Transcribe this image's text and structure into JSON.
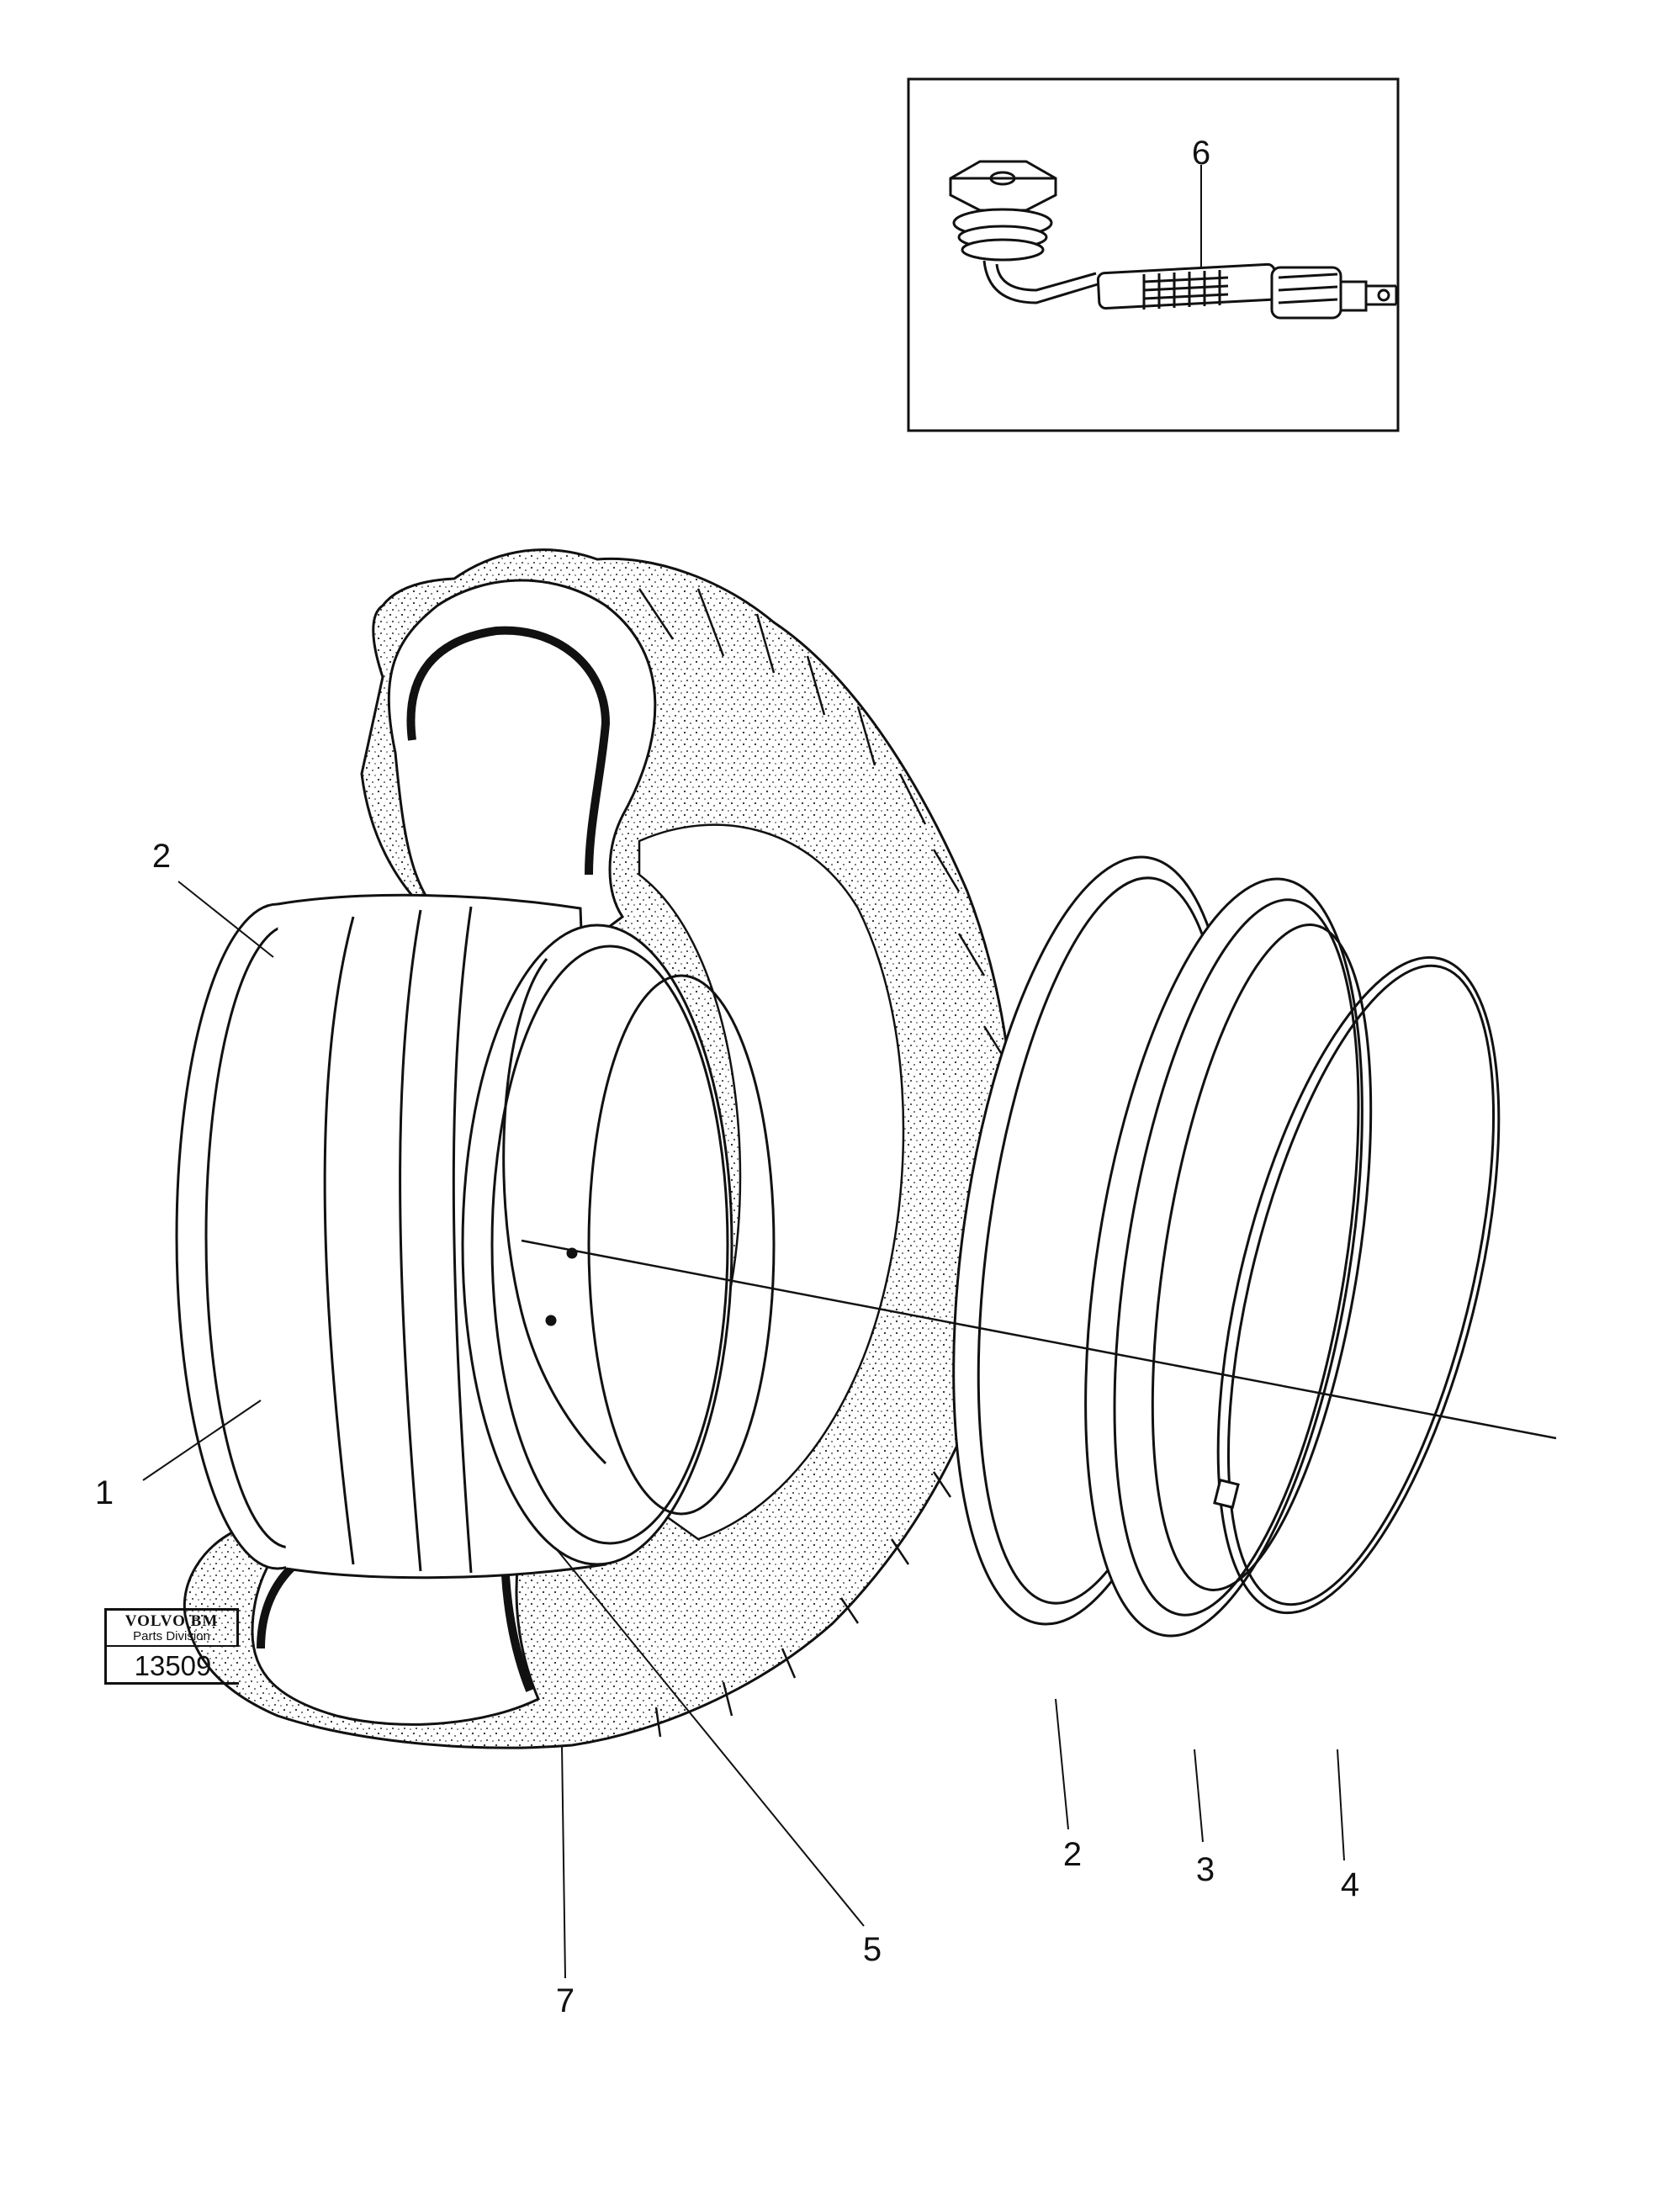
{
  "callouts": {
    "c1": "1",
    "c2_rim": "2",
    "c2_ring": "2",
    "c3": "3",
    "c4": "4",
    "c5": "5",
    "c6": "6",
    "c7": "7"
  },
  "logo": {
    "brand": "VOLVO BM",
    "division": "Parts Division",
    "code": "13509"
  },
  "colors": {
    "ink": "#111111",
    "paper": "#ffffff"
  }
}
